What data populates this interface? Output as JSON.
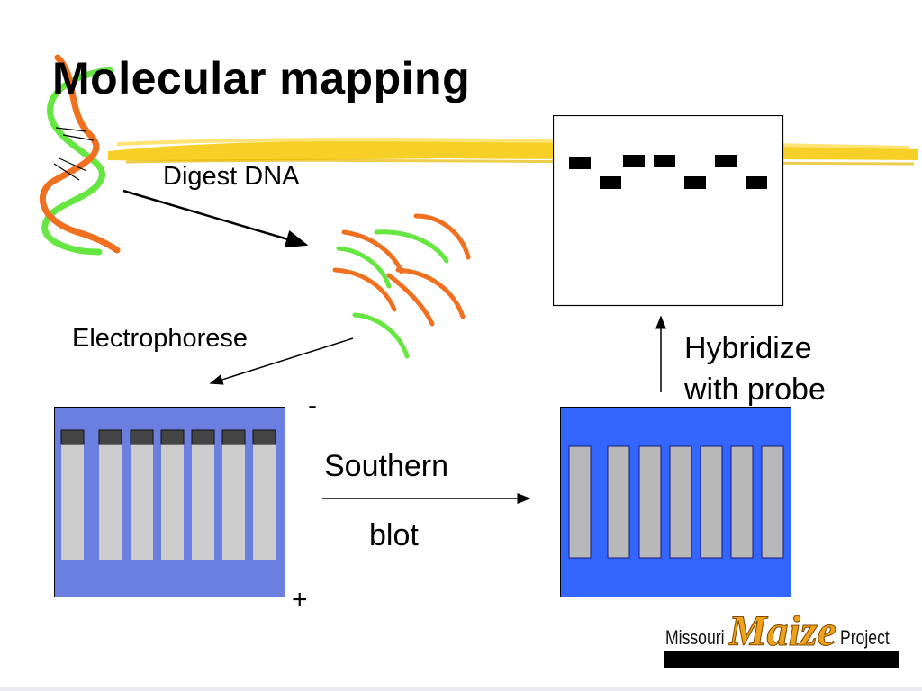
{
  "slide": {
    "title": "Molecular mapping",
    "steps": {
      "digest": "Digest DNA",
      "electrophorese": "Electrophorese",
      "southern": "Southern",
      "blot": "blot",
      "hybridize_line1": "Hybridize",
      "hybridize_line2": "with probe"
    },
    "gel_poles": {
      "negative": "-",
      "positive": "+"
    },
    "logo": {
      "left": "Missouri",
      "center": "Maize",
      "right": "Project"
    }
  },
  "colors": {
    "gel_fill": "#6b7fe0",
    "membrane_fill": "#3366ff",
    "lane_fill": "#cccccc",
    "well_fill": "#444444",
    "band_fill": "#000000",
    "dna_orange": "#f07020",
    "dna_green": "#66e640",
    "highlight_stroke": "#f5c800"
  }
}
